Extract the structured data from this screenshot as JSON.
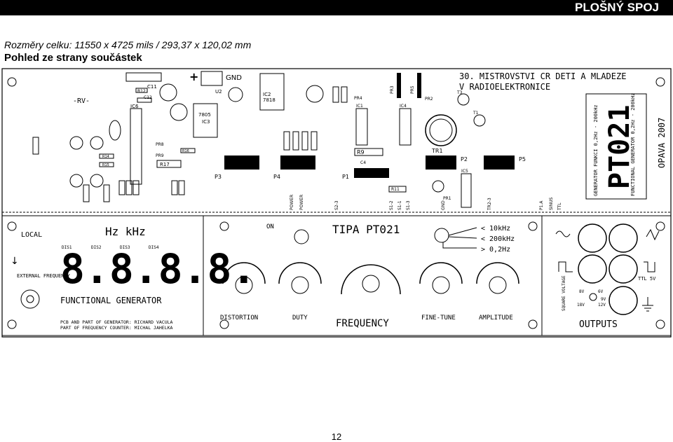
{
  "header": {
    "title": "PLOŠNÝ SPOJ"
  },
  "info": {
    "dimensions": "Rozměry celku: 11550 x 4725 mils  / 293,37 x 120,02 mm",
    "view": "Pohled ze strany součástek"
  },
  "pcb": {
    "event_line1": "30. MISTROVSTVI CR DETI A MLADEZE",
    "event_line2": "V RADIOELEKTRONICE",
    "vert_gen1": "GENERATOR FUNKCI 0,2Hz - 200kHz",
    "vert_gen2": "FUNCTIONAL GENERATOR 0,2Hz - 200kHz",
    "big_logo": "PT021",
    "city_year": "OPAVA 2007",
    "rv": "-RV-",
    "gnd": "GND",
    "plus": "+",
    "labels": {
      "c11": "C11",
      "r12": "R12",
      "c12": "C12",
      "ic6": "IC6",
      "u2": "U2",
      "ic2": "IC2",
      "ic2_val": "7818",
      "ic3": "IC3",
      "ic3_val": "7805",
      "pr4": "PR4",
      "pr3": "PR3",
      "pr5": "PR5",
      "pr2": "PR2",
      "t1": "T1",
      "t3": "T3",
      "ic1": "IC1",
      "ic4": "IC4",
      "r9": "R9",
      "c4": "C4",
      "tr1": "TR1",
      "p1": "P1",
      "p2": "P2",
      "p3": "P3",
      "p4": "P4",
      "p5": "P5",
      "ic5": "IC5",
      "r11": "R11",
      "pr1": "PR1",
      "r14": "R14",
      "r15": "R15",
      "r16": "R16",
      "r17": "R17",
      "pr8": "PR8",
      "pr9": "PR9"
    },
    "bottom_pins": [
      "POWER",
      "POWER",
      "S2-3",
      "S1-2",
      "S1-1",
      "S1-3",
      "GND",
      "TR2-3",
      "P1.A",
      "SINUS",
      "TTL"
    ]
  },
  "front": {
    "local": "LOCAL",
    "units": "Hz   kHz",
    "display_labels": [
      "DIS1",
      "DIS2",
      "DIS3",
      "DIS4"
    ],
    "digits": "8.8.8.8.",
    "external_frequency": "EXTERNAL FREQUENCY",
    "functional_generator": "FUNCTIONAL GENERATOR",
    "credit1": "PCB AND PART OF GENERATOR: RICHARD VACULA",
    "credit2": "PART OF FREQUENCY COUNTER: MICHAL JAHELKA",
    "on": "ON",
    "model": "TIPA PT021",
    "ranges": [
      "< 10kHz",
      "< 200kHz",
      "> 0,2Hz"
    ],
    "knobs": [
      "DISTORTION",
      "DUTY",
      "FREQUENCY",
      "FINE-TUNE",
      "AMPLITUDE"
    ],
    "ttl": "TTL 5V",
    "square_voltage": "SQUARE VOLTAGE",
    "volt_opts": [
      "8V",
      "6V",
      "9V",
      "18V",
      "12V"
    ],
    "outputs": "OUTPUTS"
  },
  "page": {
    "number": "12"
  }
}
